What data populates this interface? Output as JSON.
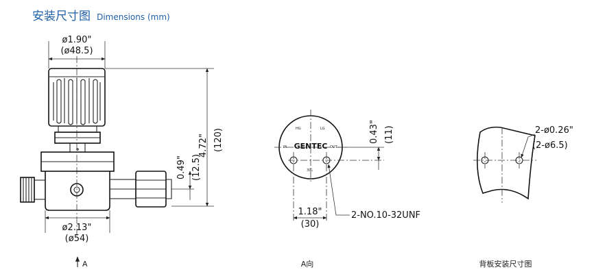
{
  "header": {
    "title_cn": "安装尺寸图",
    "title_en": "Dimensions (mm)"
  },
  "side_view": {
    "knob_diameter_in": "ø1.90\"",
    "knob_diameter_mm": "(ø48.5)",
    "total_height_in": "4.72\"",
    "total_height_mm": "(120)",
    "port_height_in": "0.49\"",
    "port_height_mm": "(12.5)",
    "body_width_in": "ø2.13\"",
    "body_width_mm": "(ø54)",
    "view_marker": "A"
  },
  "a_view": {
    "brand": "GENTEC",
    "labels": {
      "hg": "HG",
      "lg": "LG",
      "in": "IN",
      "out": "OUT",
      "bottom": "39L"
    },
    "hole_offset_in": "0.43\"",
    "hole_offset_mm": "(11)",
    "hole_spacing_in": "1.18\"",
    "hole_spacing_mm": "(30)",
    "thread_note": "2-NO.10-32UNF",
    "caption": "A向"
  },
  "panel_view": {
    "hole_dia_in": "2-ø0.26\"",
    "hole_dia_mm": "(2-ø6.5)",
    "caption": "背板安装尺寸图"
  }
}
